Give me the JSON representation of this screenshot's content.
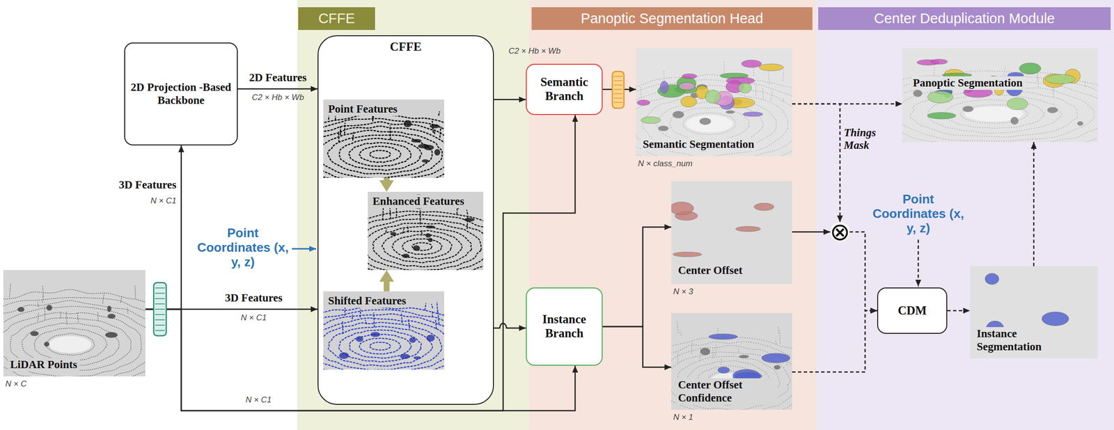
{
  "diagram": {
    "nodes": [
      {
        "text": [
          "LiDAR Points",
          "N × C"
        ]
      },
      {
        "text": [
          "2D Projection -Based Backbone"
        ]
      },
      {
        "text": [
          "CFFE"
        ]
      },
      {
        "text": [
          "CFFE"
        ],
        "in": 2
      },
      {
        "text": [
          "Point Features"
        ],
        "in": 3
      },
      {
        "text": [
          "Enhanced Features"
        ],
        "in": 3
      },
      {
        "text": [
          "Shifted Features"
        ],
        "in": 3
      },
      {
        "text": [
          "Panoptic Segmentation Head"
        ]
      },
      {
        "text": [
          "Semantic Branch"
        ],
        "in": 7
      },
      {
        "text": [
          "Semantic Segmentation",
          "N × class_num"
        ],
        "in": 7
      },
      {
        "text": [
          "Instance Branch"
        ],
        "in": 7
      },
      {
        "text": [
          "Center Offset",
          "N × 3"
        ],
        "in": 7
      },
      {
        "text": [
          "Center Offset Confidence",
          "N × 1"
        ],
        "in": 7
      },
      {
        "text": [
          "Center Deduplication Module"
        ]
      },
      {
        "text": [
          "Panoptic Segmentation"
        ],
        "in": 13
      },
      {
        "text": [
          "⊗"
        ],
        "in": 13
      },
      {
        "text": [
          "CDM"
        ],
        "in": 13
      },
      {
        "text": [
          "Instance Segmentation"
        ],
        "in": 13
      }
    ],
    "edges": [
      {
        "from": 0,
        "to": 1,
        "label": "3D Features",
        "arrow": "to"
      },
      {
        "from": 0,
        "to": 3,
        "label": "3D Features",
        "arrow": "to"
      },
      {
        "from": 0,
        "to": 8,
        "arrow": "to"
      },
      {
        "from": 0,
        "to": 10,
        "arrow": "to"
      },
      {
        "from": 1,
        "to": 3,
        "label": "2D Features",
        "arrow": "to"
      },
      {
        "from": 3,
        "to": 8,
        "arrow": "to"
      },
      {
        "from": 3,
        "to": 10,
        "arrow": "to"
      },
      {
        "from": 4,
        "to": 5,
        "arrow": "to"
      },
      {
        "from": 6,
        "to": 5,
        "arrow": "to"
      },
      {
        "from": 8,
        "to": 9,
        "arrow": "to"
      },
      {
        "from": 10,
        "to": 11,
        "arrow": "to"
      },
      {
        "from": 10,
        "to": 12,
        "arrow": "to"
      },
      {
        "from": 9,
        "to": 15,
        "label": "Things Mask",
        "arrow": "to"
      },
      {
        "from": 9,
        "to": 14,
        "arrow": "to"
      },
      {
        "from": 11,
        "to": 15,
        "arrow": "to"
      },
      {
        "from": 15,
        "to": 16,
        "arrow": "to"
      },
      {
        "from": 12,
        "to": 16,
        "arrow": "to"
      },
      {
        "from": 16,
        "to": 17,
        "arrow": "to"
      },
      {
        "from": 17,
        "to": 14,
        "arrow": "to"
      }
    ],
    "labels": [
      "N × C1",
      "N × C1",
      "C2 × Hb × Wb",
      "Point Coordinates (x, y, z)",
      "C2 × Hb × Wb",
      "N × C1",
      "Point Coordinates (x, y, z)"
    ]
  }
}
